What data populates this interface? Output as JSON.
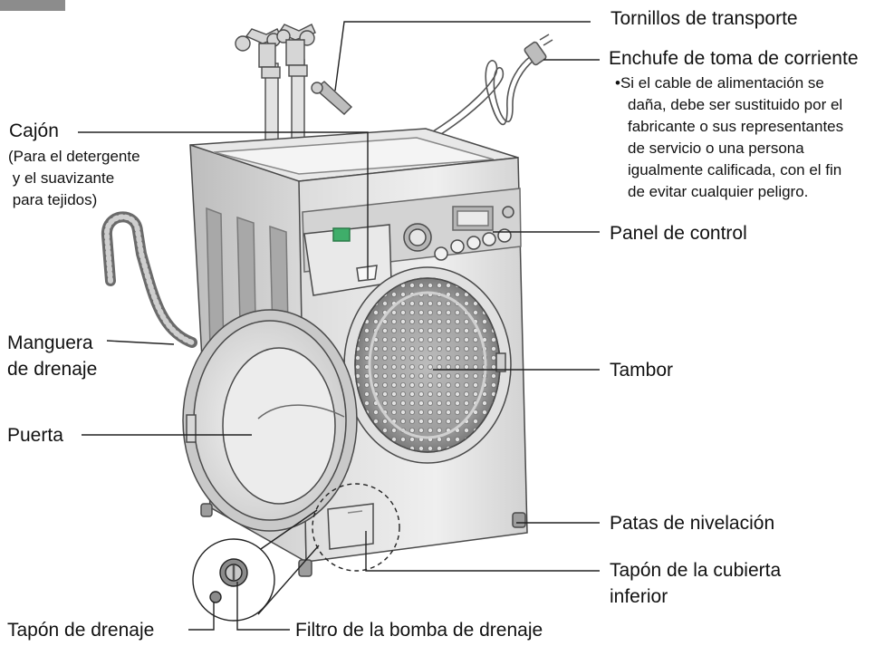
{
  "labels": {
    "transport_screws": "Tornillos de transporte",
    "power_plug": "Enchufe de toma de corriente",
    "power_note": [
      "Si el cable de alimentación se",
      "daña, debe ser sustituido por el",
      "fabricante o sus representantes",
      "de servicio o una persona",
      "igualmente calificada, con el fin",
      "de evitar cualquier peligro."
    ],
    "drawer": "Cajón",
    "drawer_note": [
      "(Para el detergente",
      " y el suavizante",
      " para tejidos)"
    ],
    "control_panel": "Panel de control",
    "drain_hose": [
      "Manguera",
      "de drenaje"
    ],
    "drum": "Tambor",
    "door": "Puerta",
    "leveling_feet": "Patas de nivelación",
    "lower_cover_cap": [
      "Tapón de la cubierta",
      "inferior"
    ],
    "drain_plug": "Tapón de drenaje",
    "drain_pump_filter": "Filtro de la bomba de drenaje"
  },
  "colors": {
    "body_light": "#e4e4e4",
    "body_mid": "#c9c9c9",
    "body_dark": "#8f8f8f",
    "outline": "#4a4a4a",
    "panel_green": "#3fae6a",
    "tab_marker": "#8c8c8c"
  }
}
